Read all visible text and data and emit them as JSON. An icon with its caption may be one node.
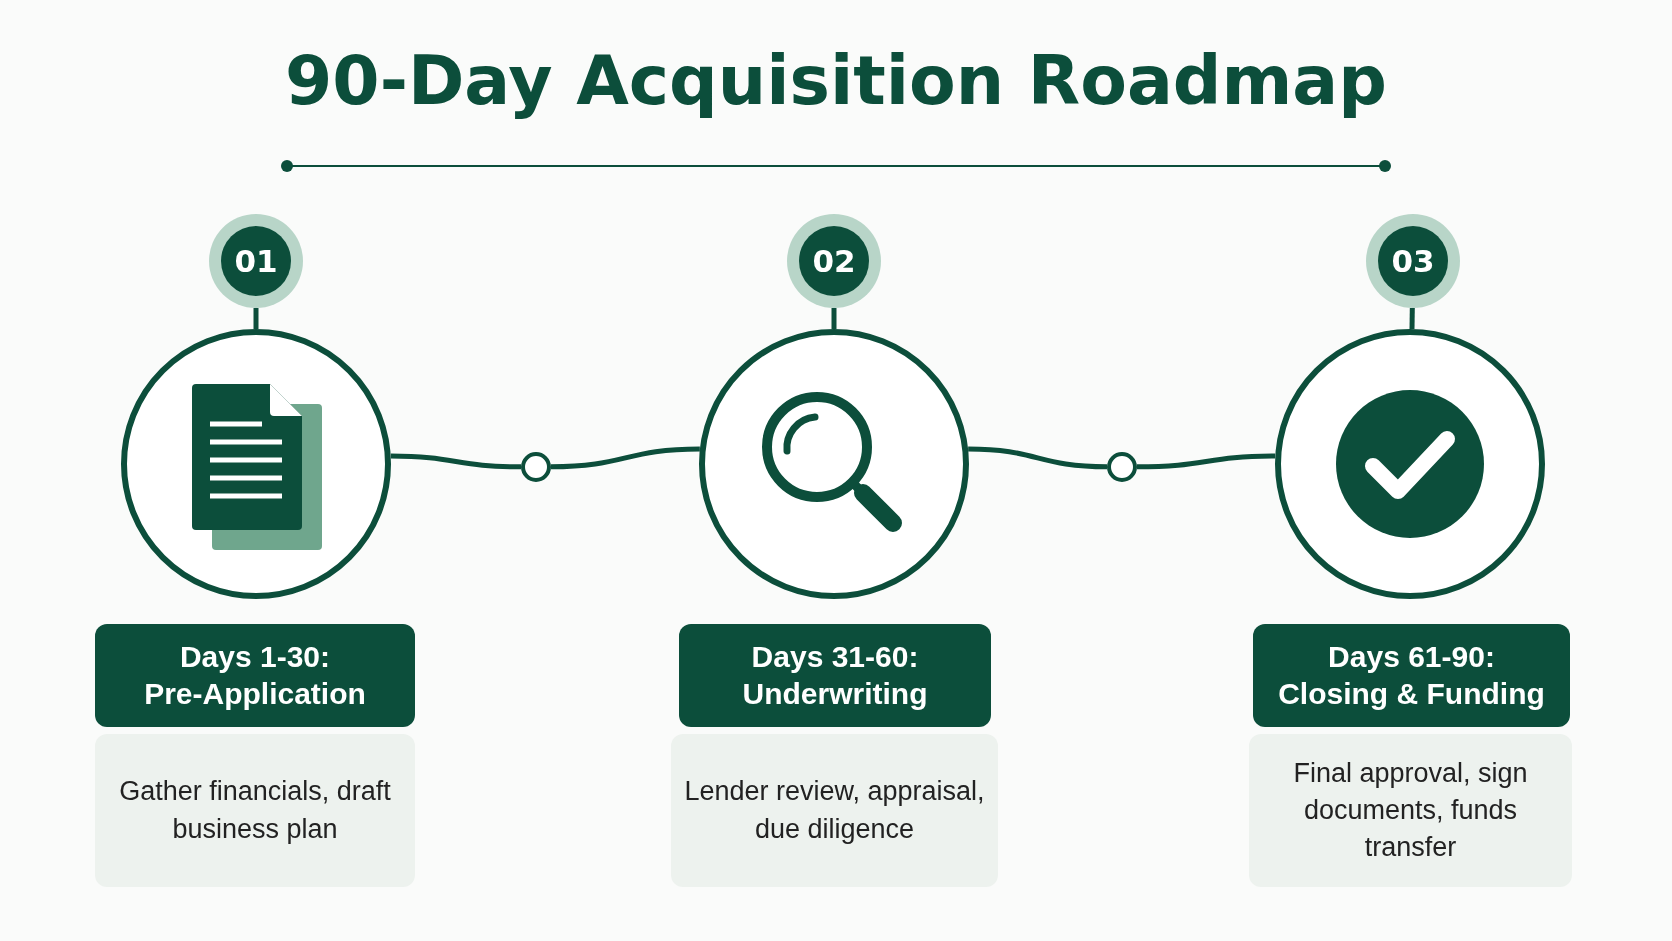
{
  "diagram": {
    "title": "90-Day Acquisition Roadmap",
    "nodes": [
      {
        "text": [
          "01"
        ]
      },
      {
        "text": [],
        "shape": "circle"
      },
      {
        "text": [],
        "shape": "circle"
      },
      {
        "text": [
          "02"
        ]
      },
      {
        "text": [],
        "shape": "circle"
      },
      {
        "text": [],
        "shape": "circle"
      },
      {
        "text": [
          "03"
        ]
      },
      {
        "text": [],
        "shape": "circle"
      },
      {
        "text": [
          "Days 1-30:",
          "Pre-Application"
        ]
      },
      {
        "text": [
          "Gather financials, draft business plan"
        ]
      },
      {
        "text": [
          "Days 31-60:",
          "Underwriting"
        ]
      },
      {
        "text": [
          "Lender review, appraisal, due diligence"
        ]
      },
      {
        "text": [
          "Days 61-90:",
          "Closing & Funding"
        ]
      },
      {
        "text": [
          "Final approval, sign documents, funds transfer"
        ]
      }
    ],
    "edges": [
      {
        "from": 0,
        "to": 1,
        "arrow": "none"
      },
      {
        "from": 3,
        "to": 4,
        "arrow": "none"
      },
      {
        "from": 6,
        "to": 7,
        "arrow": "none"
      },
      {
        "from": 1,
        "to": 2,
        "arrow": "none"
      },
      {
        "from": 2,
        "to": 4,
        "arrow": "none"
      },
      {
        "from": 4,
        "to": 5,
        "arrow": "none"
      },
      {
        "from": 5,
        "to": 7,
        "arrow": "none"
      }
    ]
  }
}
